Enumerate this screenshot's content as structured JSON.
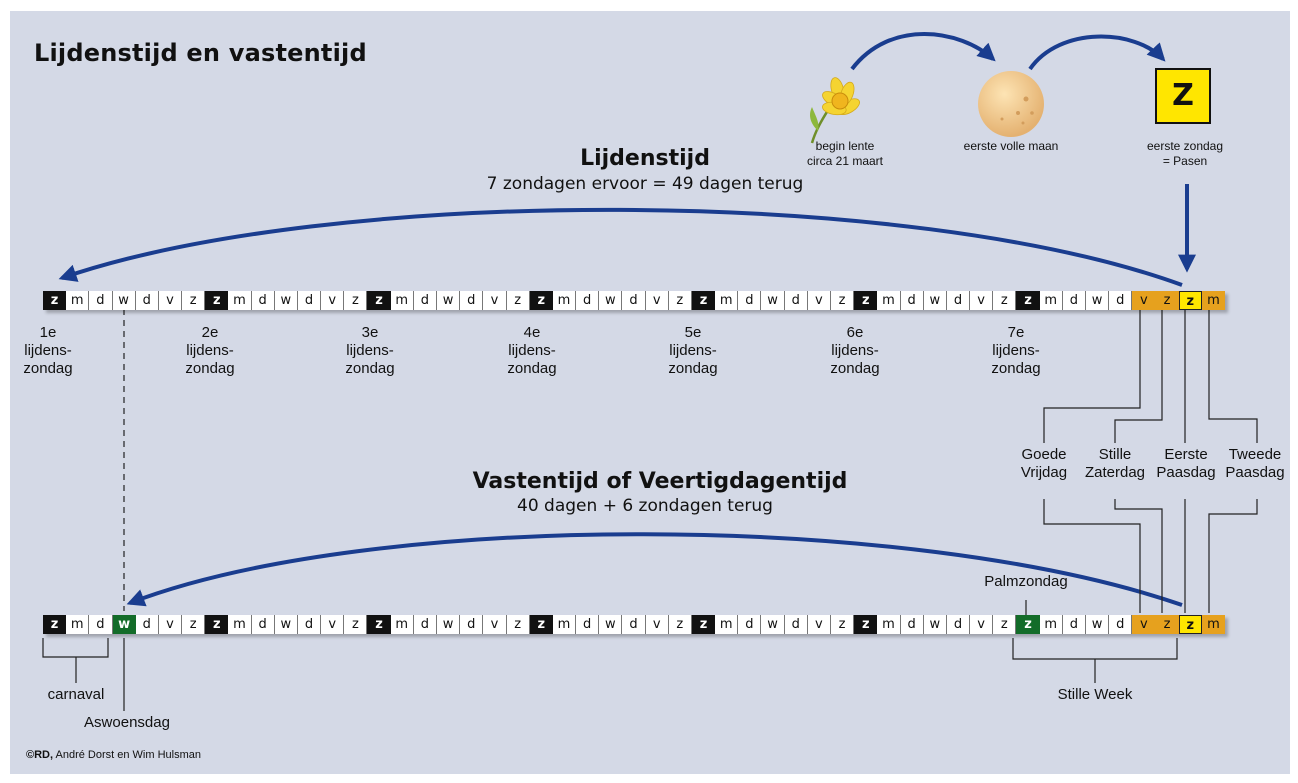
{
  "title": "Lijdenstijd en vastentijd",
  "top_icons": [
    {
      "label": "begin lente\ncirca 21 maart",
      "icon": "daffodil-icon"
    },
    {
      "label": "eerste volle maan",
      "icon": "full-moon-icon"
    },
    {
      "label": "eerste zondag\n= Pasen",
      "icon": "sunday-z-icon",
      "glyph": "Z"
    }
  ],
  "lijdenstijd": {
    "heading": "Lijdenstijd",
    "subheading": "7 zondagen ervoor = 49 dagen terug"
  },
  "vastentijd": {
    "heading": "Vastentijd of Veertigdagentijd",
    "subheading": "40 dagen + 6 zondagen terug"
  },
  "strip1": {
    "days": [
      "z",
      "m",
      "d",
      "w",
      "d",
      "v",
      "z",
      "z",
      "m",
      "d",
      "w",
      "d",
      "v",
      "z",
      "z",
      "m",
      "d",
      "w",
      "d",
      "v",
      "z",
      "z",
      "m",
      "d",
      "w",
      "d",
      "v",
      "z",
      "z",
      "m",
      "d",
      "w",
      "d",
      "v",
      "z",
      "z",
      "m",
      "d",
      "w",
      "d",
      "v",
      "z",
      "z",
      "m",
      "d",
      "w",
      "d",
      "v",
      "z",
      "z",
      "m"
    ],
    "styles": [
      "k",
      "w",
      "w",
      "w",
      "w",
      "w",
      "w",
      "k",
      "w",
      "w",
      "w",
      "w",
      "w",
      "w",
      "k",
      "w",
      "w",
      "w",
      "w",
      "w",
      "w",
      "k",
      "w",
      "w",
      "w",
      "w",
      "w",
      "w",
      "k",
      "w",
      "w",
      "w",
      "w",
      "w",
      "w",
      "k",
      "w",
      "w",
      "w",
      "w",
      "w",
      "w",
      "k",
      "w",
      "w",
      "w",
      "w",
      "o",
      "o",
      "y",
      "o"
    ]
  },
  "strip2": {
    "days": [
      "z",
      "m",
      "d",
      "w",
      "d",
      "v",
      "z",
      "z",
      "m",
      "d",
      "w",
      "d",
      "v",
      "z",
      "z",
      "m",
      "d",
      "w",
      "d",
      "v",
      "z",
      "z",
      "m",
      "d",
      "w",
      "d",
      "v",
      "z",
      "z",
      "m",
      "d",
      "w",
      "d",
      "v",
      "z",
      "z",
      "m",
      "d",
      "w",
      "d",
      "v",
      "z",
      "z",
      "m",
      "d",
      "w",
      "d",
      "v",
      "z",
      "z",
      "m"
    ],
    "styles": [
      "k",
      "w",
      "w",
      "g",
      "w",
      "w",
      "w",
      "k",
      "w",
      "w",
      "w",
      "w",
      "w",
      "w",
      "k",
      "w",
      "w",
      "w",
      "w",
      "w",
      "w",
      "k",
      "w",
      "w",
      "w",
      "w",
      "w",
      "w",
      "k",
      "w",
      "w",
      "w",
      "w",
      "w",
      "w",
      "k",
      "w",
      "w",
      "w",
      "w",
      "w",
      "w",
      "g",
      "w",
      "w",
      "w",
      "w",
      "o",
      "o",
      "y",
      "o"
    ]
  },
  "sundays": [
    {
      "label": "1e\nlijdens-\nzondag"
    },
    {
      "label": "2e\nlijdens-\nzondag"
    },
    {
      "label": "3e\nlijdens-\nzondag"
    },
    {
      "label": "4e\nlijdens-\nzondag"
    },
    {
      "label": "5e\nlijdens-\nzondag"
    },
    {
      "label": "6e\nlijdens-\nzondag"
    },
    {
      "label": "7e\nlijdens-\nzondag"
    }
  ],
  "easter_days": [
    {
      "label": "Goede\nVrijdag"
    },
    {
      "label": "Stille\nZaterdag"
    },
    {
      "label": "Eerste\nPaasdag"
    },
    {
      "label": "Tweede\nPaasdag"
    }
  ],
  "labels": {
    "palmzondag": "Palmzondag",
    "carnaval": "carnaval",
    "aswoensdag": "Aswoensdag",
    "stille_week": "Stille Week"
  },
  "credit": {
    "bold": "©RD,",
    "rest": " André Dorst en Wim Hulsman"
  },
  "colors": {
    "background": "#d4d9e6",
    "arrow": "#1a3d8f",
    "sunday": "#111111",
    "easter_orange": "#e6a11e",
    "easter_yellow": "#ffe600",
    "ash_green": "#136c29"
  }
}
